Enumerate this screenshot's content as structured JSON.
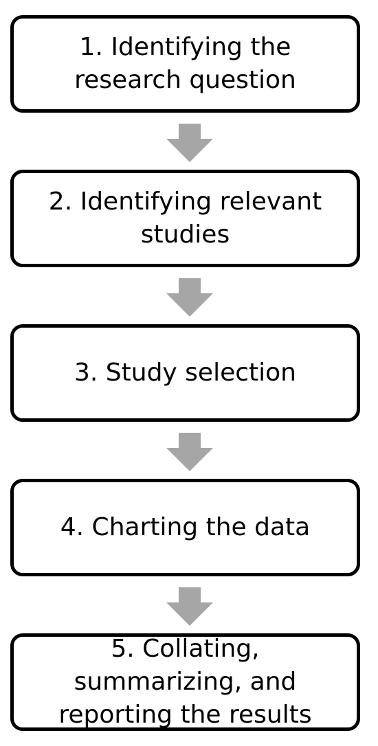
{
  "colors": {
    "box_border": "#000000",
    "box_fill": "#ffffff",
    "arrow": "#a6a6a6",
    "text": "#000000"
  },
  "steps": [
    {
      "label": "1. Identifying the research question"
    },
    {
      "label": "2. Identifying relevant studies"
    },
    {
      "label": "3. Study selection"
    },
    {
      "label": "4. Charting the data"
    },
    {
      "label": "5. Collating, summarizing, and reporting the results"
    }
  ]
}
